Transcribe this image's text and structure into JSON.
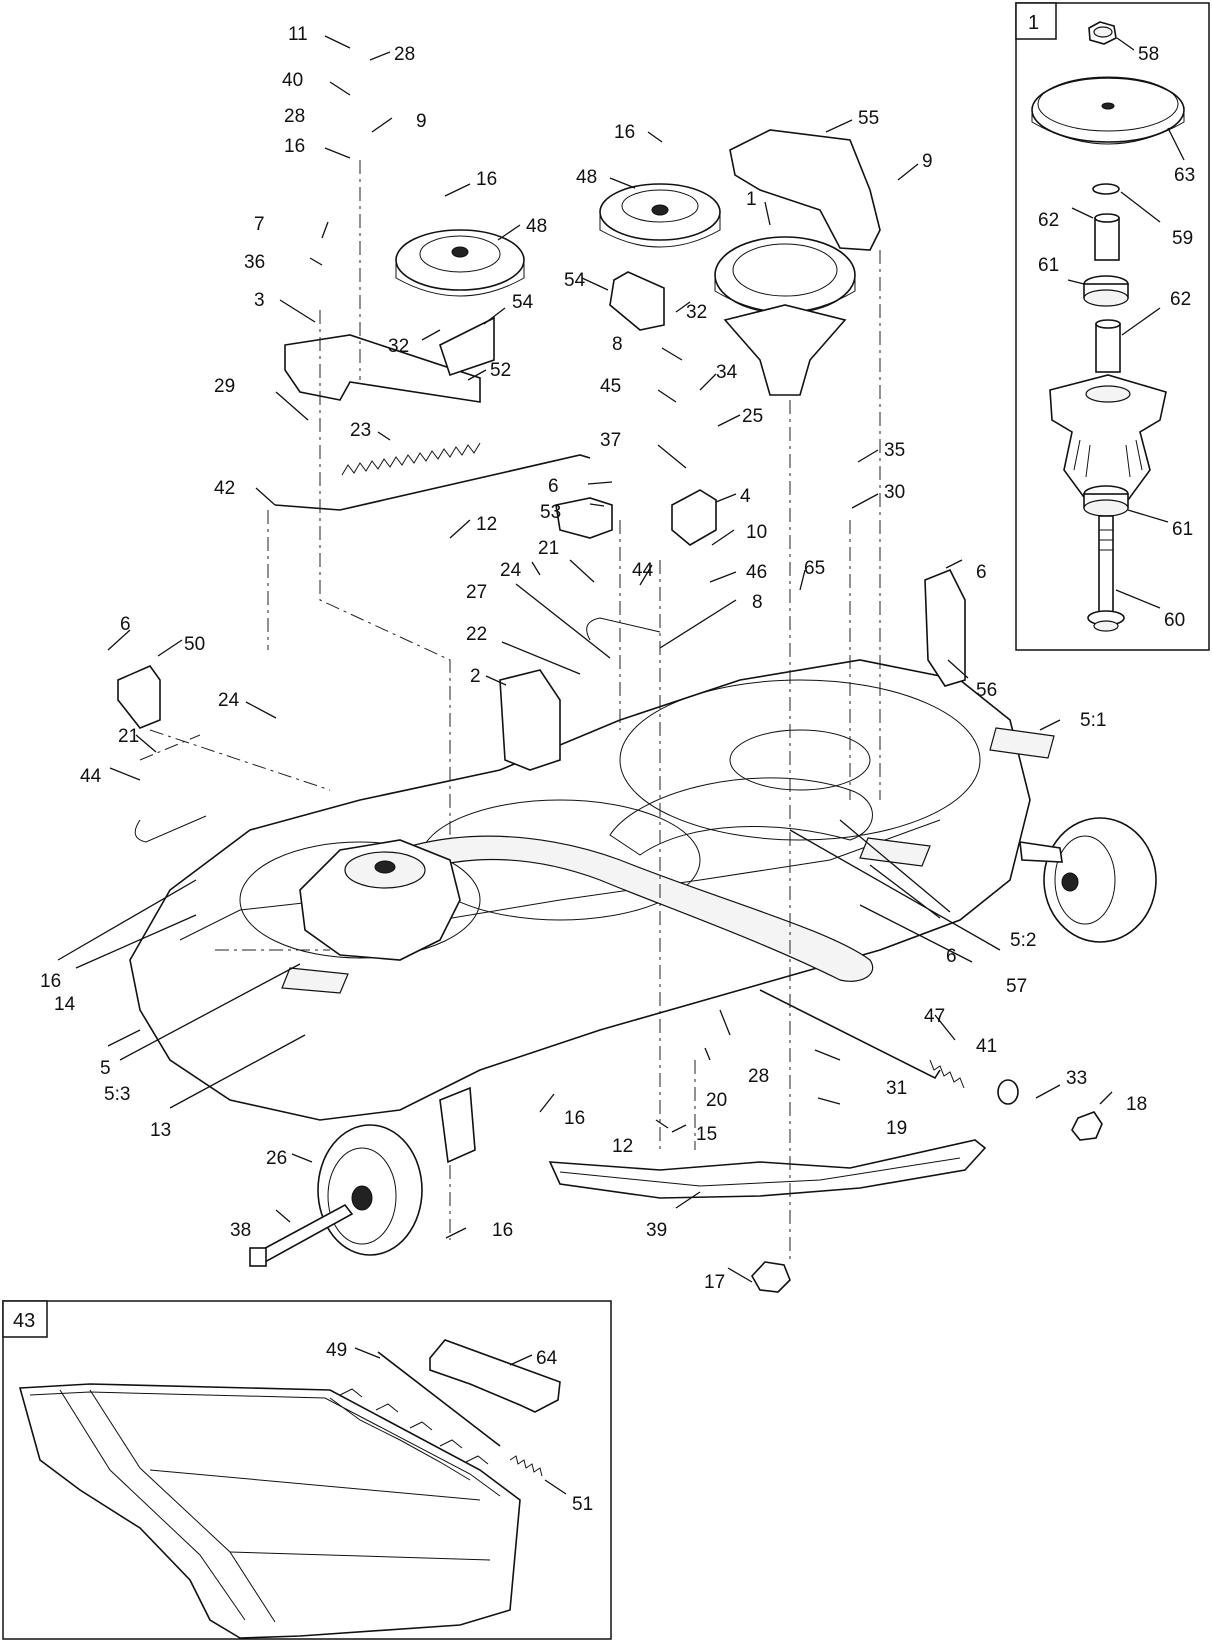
{
  "callouts": {
    "c11": "11",
    "c28a": "28",
    "c40": "40",
    "c28b": "28",
    "c9a": "9",
    "c16a": "16",
    "c16b": "16",
    "c48a": "48",
    "c7": "7",
    "c36": "36",
    "c3": "3",
    "c32a": "32",
    "c54a": "54",
    "c52": "52",
    "c29": "29",
    "c23": "23",
    "c42": "42",
    "c12a": "12",
    "c16c": "16",
    "c48b": "48",
    "c54b": "54",
    "c32b": "32",
    "c55": "55",
    "c9b": "9",
    "c1": "1",
    "c8a": "8",
    "c34": "34",
    "c45": "45",
    "c25": "25",
    "c37": "37",
    "c6a": "6",
    "c53": "53",
    "c4": "4",
    "c10": "10",
    "c35": "35",
    "c30": "30",
    "c21a": "21",
    "c24a": "24",
    "c27": "27",
    "c44a": "44",
    "c46": "46",
    "c8b": "8",
    "c65": "65",
    "c22": "22",
    "c2": "2",
    "c6b": "6",
    "c56": "56",
    "c6c": "6",
    "c50": "50",
    "c24b": "24",
    "c21b": "21",
    "c44b": "44",
    "c51a": "5:1",
    "c16d": "16",
    "c14": "14",
    "c5": "5",
    "c53b": "5:3",
    "c13": "13",
    "c6d": "6",
    "c52b": "5:2",
    "c57": "57",
    "c47": "47",
    "c41": "41",
    "c28c": "28",
    "c20": "20",
    "c31": "31",
    "c33": "33",
    "c19": "19",
    "c18": "18",
    "c16e": "16",
    "c12b": "12",
    "c15": "15",
    "c26": "26",
    "c38": "38",
    "c16f": "16",
    "c39": "39",
    "c17": "17",
    "c58": "58",
    "c63": "63",
    "c59": "59",
    "c62a": "62",
    "c61a": "61",
    "c62b": "62",
    "c61b": "61",
    "c60": "60",
    "c49": "49",
    "c64": "64",
    "c51": "51"
  },
  "insets": {
    "spindle_box_label": "1",
    "mulch_box_label": "43"
  }
}
